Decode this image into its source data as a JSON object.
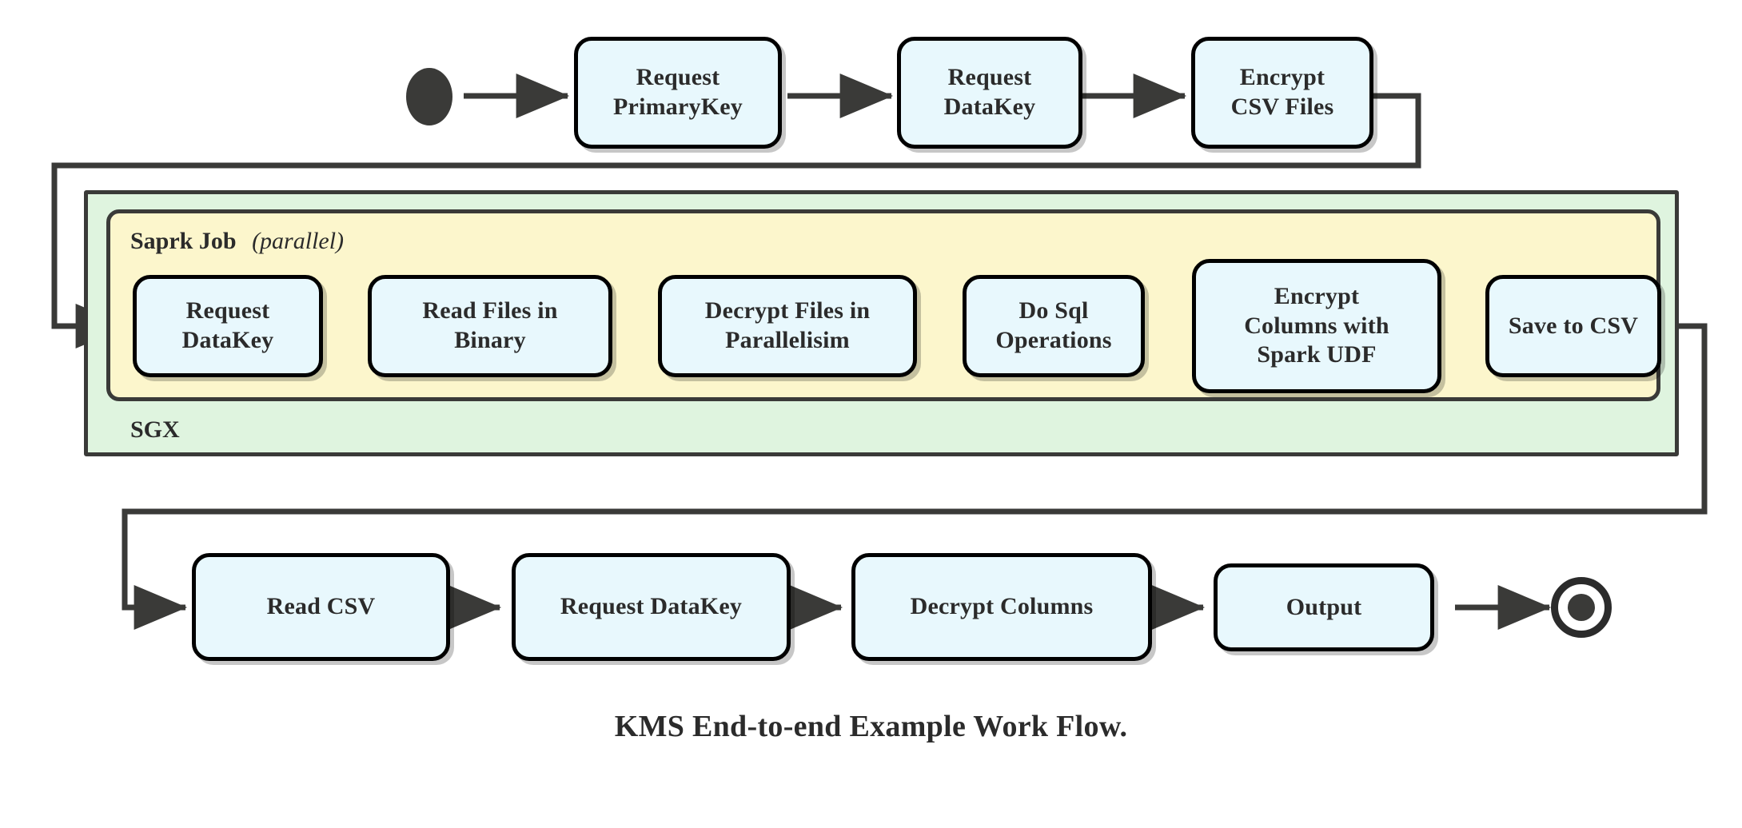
{
  "diagram": {
    "caption": "KMS End-to-end Example Work Flow.",
    "colors": {
      "node_fill": "#e8f8fd",
      "node_stroke": "#000000",
      "spark_fill": "#fcf6cc",
      "sgx_fill": "#dff4df",
      "container_stroke": "#3a3a38",
      "edge_stroke": "#3a3a38",
      "text": "#2b2b2b"
    },
    "start_marker": "filled-circle",
    "end_marker": "bullseye-circle",
    "containers": [
      {
        "id": "sgx",
        "label": "SGX",
        "label_position": "bottom-left"
      },
      {
        "id": "spark",
        "label_main": "Saprk Job",
        "label_italic": "(parallel)",
        "label_position": "top-left"
      }
    ],
    "rows": [
      {
        "id": "top-row",
        "nodes": [
          {
            "id": "request-primarykey",
            "lines": [
              "Request",
              "PrimaryKey"
            ]
          },
          {
            "id": "request-datakey-top",
            "lines": [
              "Request",
              "DataKey"
            ]
          },
          {
            "id": "encrypt-csv-files",
            "lines": [
              "Encrypt",
              "CSV Files"
            ]
          }
        ]
      },
      {
        "id": "spark-row",
        "nodes": [
          {
            "id": "request-datakey-spark",
            "lines": [
              "Request",
              "DataKey"
            ]
          },
          {
            "id": "read-files-in-binary",
            "lines": [
              "Read Files in",
              "Binary"
            ]
          },
          {
            "id": "decrypt-files-in-parallelisim",
            "lines": [
              "Decrypt Files in",
              "Parallelisim"
            ]
          },
          {
            "id": "do-sql-operations",
            "lines": [
              "Do Sql",
              "Operations"
            ]
          },
          {
            "id": "encrypt-columns-with-spark-udf",
            "lines": [
              "Encrypt",
              "Columns with",
              "Spark UDF"
            ]
          },
          {
            "id": "save-to-csv",
            "lines": [
              "Save to CSV"
            ]
          }
        ]
      },
      {
        "id": "bottom-row",
        "nodes": [
          {
            "id": "read-csv",
            "lines": [
              "Read CSV"
            ]
          },
          {
            "id": "request-datakey-bottom",
            "lines": [
              "Request DataKey"
            ]
          },
          {
            "id": "decrypt-columns",
            "lines": [
              "Decrypt Columns"
            ]
          },
          {
            "id": "output",
            "lines": [
              "Output"
            ]
          }
        ]
      }
    ],
    "edges": [
      {
        "from": "start",
        "to": "request-primarykey",
        "style": "straight"
      },
      {
        "from": "request-primarykey",
        "to": "request-datakey-top",
        "style": "straight"
      },
      {
        "from": "request-datakey-top",
        "to": "encrypt-csv-files",
        "style": "straight"
      },
      {
        "from": "encrypt-csv-files",
        "to": "request-datakey-spark",
        "style": "routed-left"
      },
      {
        "from": "request-datakey-spark",
        "to": "read-files-in-binary",
        "style": "straight"
      },
      {
        "from": "read-files-in-binary",
        "to": "decrypt-files-in-parallelisim",
        "style": "straight"
      },
      {
        "from": "decrypt-files-in-parallelisim",
        "to": "do-sql-operations",
        "style": "straight"
      },
      {
        "from": "do-sql-operations",
        "to": "encrypt-columns-with-spark-udf",
        "style": "straight"
      },
      {
        "from": "encrypt-columns-with-spark-udf",
        "to": "save-to-csv",
        "style": "straight"
      },
      {
        "from": "save-to-csv",
        "to": "read-csv",
        "style": "routed-right-down-left"
      },
      {
        "from": "read-csv",
        "to": "request-datakey-bottom",
        "style": "straight"
      },
      {
        "from": "request-datakey-bottom",
        "to": "decrypt-columns",
        "style": "straight"
      },
      {
        "from": "decrypt-columns",
        "to": "output",
        "style": "straight"
      },
      {
        "from": "output",
        "to": "end",
        "style": "straight"
      }
    ]
  }
}
